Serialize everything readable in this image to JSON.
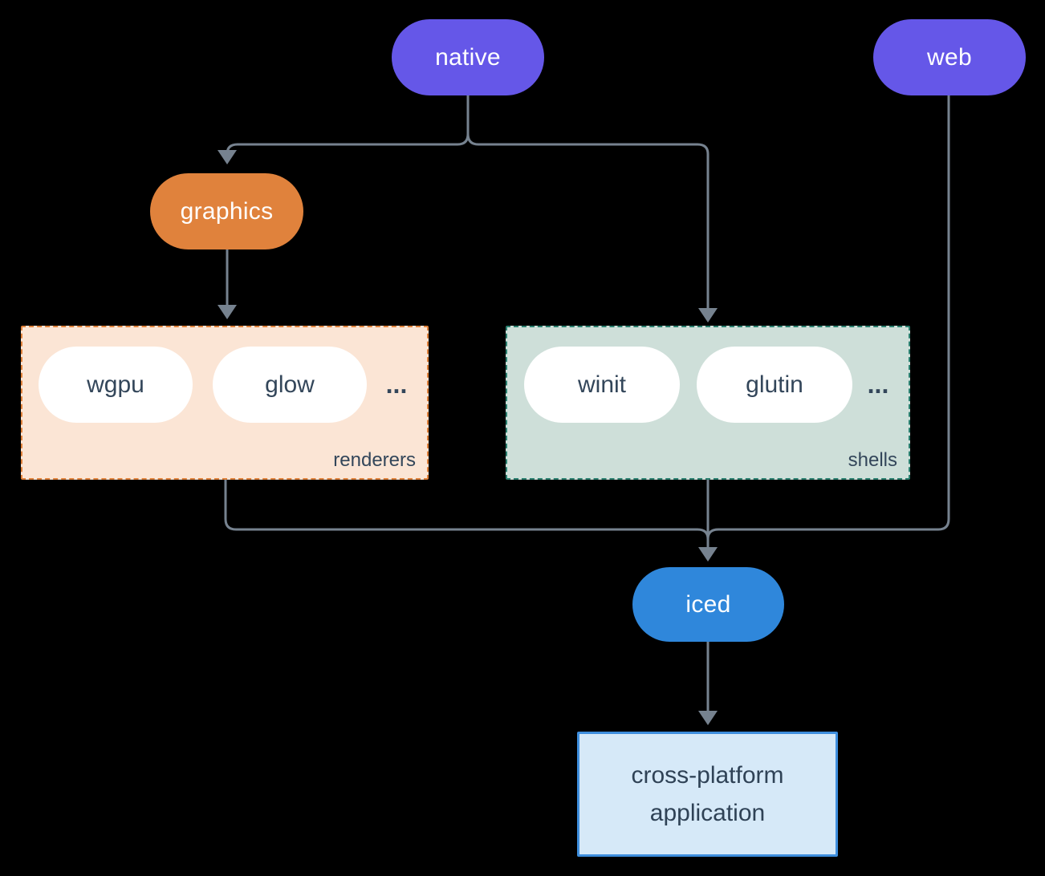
{
  "palette": {
    "background": "#000000",
    "connector": "#76828f",
    "native_web_purple": "#6557e8",
    "graphics_orange": "#e0823c",
    "iced_blue": "#2f87db",
    "renderers_bg": "#fbe5d5",
    "renderers_border": "#e0823c",
    "shells_bg": "#cedfd9",
    "shells_border": "#2a7f6f",
    "app_bg": "#d6e9f8",
    "app_border": "#3e8edd",
    "dark_text": "#33465a"
  },
  "nodes": {
    "native": {
      "label": "native"
    },
    "web": {
      "label": "web"
    },
    "graphics": {
      "label": "graphics"
    },
    "iced": {
      "label": "iced"
    },
    "application": {
      "line1": "cross-platform",
      "line2": "application"
    }
  },
  "groups": {
    "renderers": {
      "label": "renderers",
      "items": [
        "wgpu",
        "glow"
      ],
      "ellipsis": "..."
    },
    "shells": {
      "label": "shells",
      "items": [
        "winit",
        "glutin"
      ],
      "ellipsis": "..."
    }
  }
}
